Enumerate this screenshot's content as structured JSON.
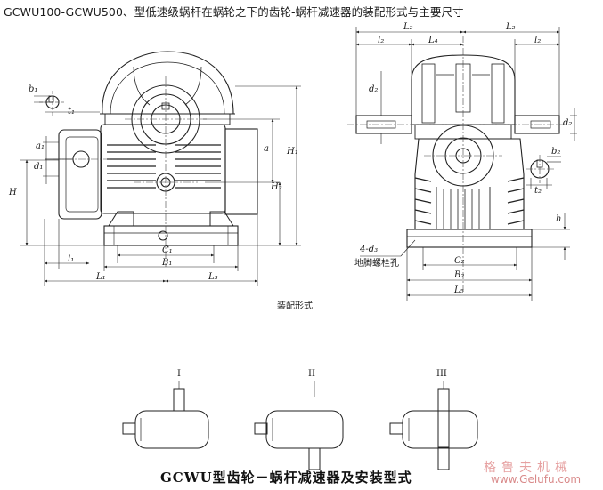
{
  "title": "GCWU100-GCWU500、型低速级蜗杆在蜗轮之下的齿轮-蜗杆减速器的装配形式与主要尺寸",
  "front_view": {
    "labels": {
      "b1": "b₁",
      "t1": "t₁",
      "a1": "a₁",
      "d1": "d₁",
      "H": "H",
      "a": "a",
      "H1": "H₁",
      "H2": "H₂",
      "C1": "C₁",
      "B1": "B₁",
      "l1": "l₁",
      "L1": "L₁",
      "L3": "L₃"
    }
  },
  "side_view": {
    "labels": {
      "L2_left": "L₂",
      "L2_right": "L₂",
      "l2_left": "l₂",
      "L4": "L₄",
      "l2_right": "l₂",
      "d2_left": "d₂",
      "d2_right": "d₂",
      "b2": "b₂",
      "t2": "t₂",
      "h": "h",
      "d3": "4-d₃",
      "C2": "C₂",
      "B2": "B₂",
      "L5": "L₅"
    },
    "anchor_bolt_label": "地脚螺栓孔"
  },
  "assembly_caption": "装配形式",
  "mounting_types": [
    "I",
    "II",
    "III"
  ],
  "bottom_caption": "GCWU型齿轮－蜗杆减速器及安装型式",
  "watermark": {
    "text_cn": "格鲁夫机械",
    "url": "www.Gelufu.com"
  }
}
